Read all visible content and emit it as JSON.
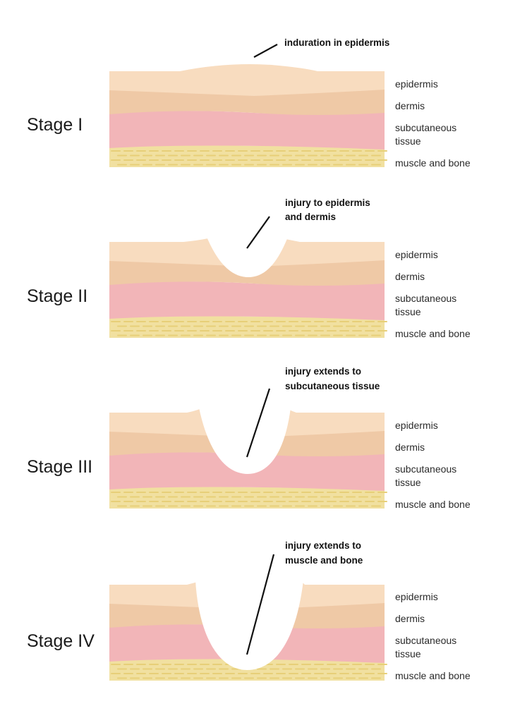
{
  "colors": {
    "epidermis": "#f8dcbf",
    "dermis": "#efc9a6",
    "subcutaneous": "#f2b5b8",
    "muscle": "#f1e0a0",
    "muscle_stripe": "#e7cf78",
    "background": "#ffffff",
    "text": "#1a1a1a"
  },
  "layer_labels": {
    "epidermis": "epidermis",
    "dermis": "dermis",
    "subcutaneous_1": "subcutaneous",
    "subcutaneous_2": "tissue",
    "muscle": "muscle and bone"
  },
  "stages": [
    {
      "name": "Stage I",
      "annotation": [
        "induration in epidermis"
      ],
      "wound_depth": "none",
      "feature": "raised epidermis"
    },
    {
      "name": "Stage II",
      "annotation": [
        "injury to epidermis",
        "and dermis"
      ],
      "wound_depth": "dermis"
    },
    {
      "name": "Stage III",
      "annotation": [
        "injury extends to",
        "subcutaneous tissue"
      ],
      "wound_depth": "subcutaneous tissue"
    },
    {
      "name": "Stage IV",
      "annotation": [
        "injury extends to",
        "muscle and bone"
      ],
      "wound_depth": "muscle and bone"
    }
  ]
}
